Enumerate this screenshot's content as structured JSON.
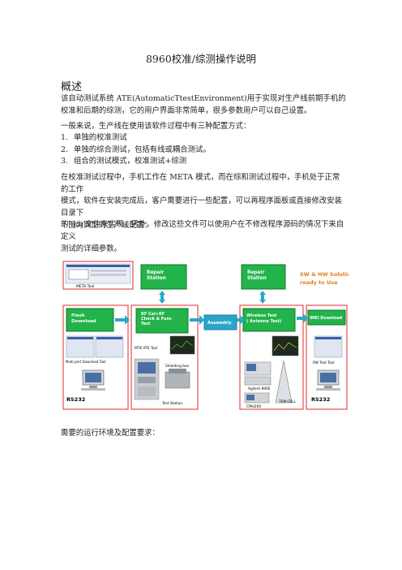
{
  "title": "8960校准/综测操作说明",
  "section": {
    "heading": "概述"
  },
  "intro": {
    "line1": "该自动测试系统 ATE(AutomaticTtestEnvironment)用于实现对生产线前期手机的",
    "line2": "校准和后期的综测，它的用户界面非常简单，很多参数用户可以自己设置。"
  },
  "config_intro": "一般来说，生产线在使用该软件过程中有三种配置方式：",
  "configs": [
    {
      "num": "1.",
      "text": "单独的校准测试"
    },
    {
      "num": "2.",
      "text": "单独的综合测试，包括有线或耦合测试。"
    },
    {
      "num": "3.",
      "text": "组合的测试模式，校准测试+综测"
    }
  ],
  "meta_para": {
    "line1": "在校准测试过程中，手机工作在 META 模式，而在综和测试过程中，手机处于正常的工作",
    "line2": "模式，软件在安装完成后，客户需要进行一些配置，可以再程序面板或直接修改安装目录下",
    "line3": "的‘.ini’文件来实现。另外，修改这些文件可以使用户在不修改程序源码的情况下来自定义",
    "line4": "测试的详细参数。"
  },
  "figure_caption": "下图为典型的生产线配置：",
  "figure": {
    "repair_station_1": "Repair\nStation",
    "repair_station_2": "Repair\nStation",
    "sw_hw_line1": "SW & HW Solution",
    "sw_hw_line2": "ready to Use",
    "meta_tool": "META Tool",
    "flash_download": "Flash\nDownload",
    "rf_cal": "RF Cal+RF\nCheck & Func\nTest",
    "assembly": "Assembly",
    "wireless_test": "Wireless Test\n( Antenna Test)",
    "imei_download": "IMEI Download",
    "mtk_ate_tool": "MTK ATE Tool",
    "shielding_box": "Shielding box",
    "multiport_tool": "Multi port Download Tool",
    "rs232_left": "RS232",
    "test_station": "Test Station",
    "agilent": "Agilent 8960",
    "cmu200": "CMU200",
    "tem_cell": "TEM CELL",
    "rw_test_tool": "RW Test Tool",
    "rs232_right": "RS232"
  },
  "requirements_caption": "需要的运行环境及配置要求：",
  "colors": {
    "green_box": "#22b34a",
    "cyan_arrow": "#2aa6c8",
    "red_border": "#e02a2a",
    "orange_text": "#e87a18"
  }
}
